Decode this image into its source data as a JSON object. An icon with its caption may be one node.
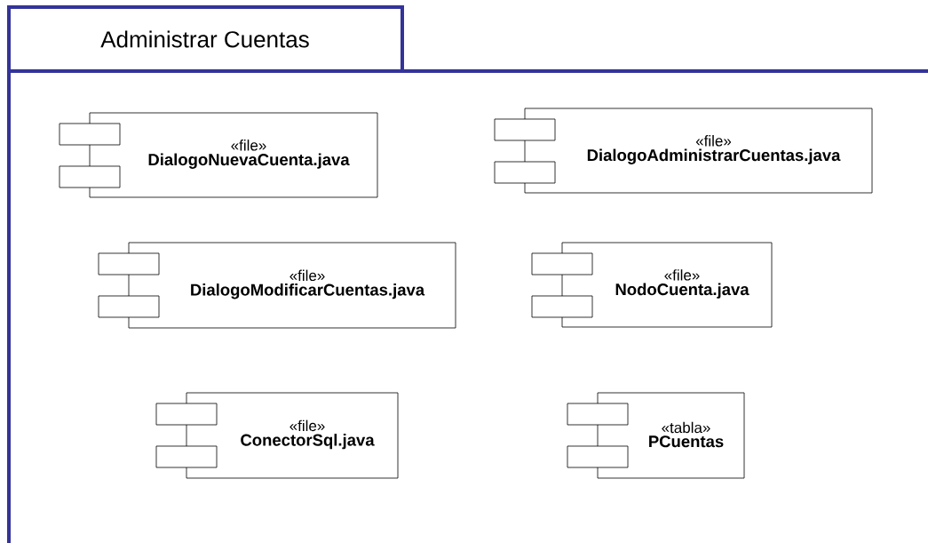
{
  "diagram": {
    "nodes": [
      {
        "text": [
          "Administrar Cuentas"
        ]
      },
      {
        "text": [
          "«file»",
          "DialogoNuevaCuenta.java"
        ],
        "in": 0
      },
      {
        "text": [
          "«file»",
          "DialogoAdministrarCuentas.java"
        ],
        "in": 0
      },
      {
        "text": [
          "«file»",
          "DialogoModificarCuentas.java"
        ],
        "in": 0
      },
      {
        "text": [
          "«file»",
          "NodoCuenta.java"
        ],
        "in": 0
      },
      {
        "text": [
          "«file»",
          "ConectorSql.java"
        ],
        "in": 0
      },
      {
        "text": [
          "«tabla»",
          "PCuentas"
        ],
        "in": 0
      }
    ]
  }
}
